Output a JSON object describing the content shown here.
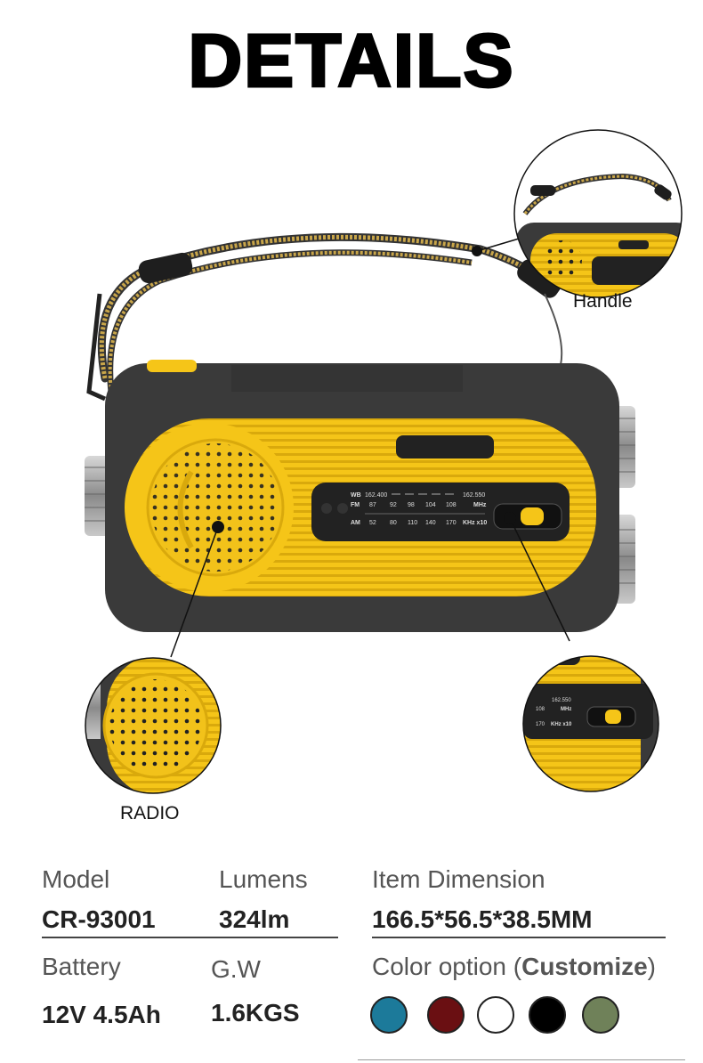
{
  "header": {
    "title": "DETAILS"
  },
  "callouts": {
    "handle": "Handle",
    "radio": "RADIO"
  },
  "dial": {
    "wb_label": "WB",
    "wb_low": "162.400",
    "wb_high": "162.550",
    "fm_label": "FM",
    "fm_ticks": [
      "87",
      "92",
      "98",
      "104",
      "108"
    ],
    "fm_unit": "MHz",
    "am_label": "AM",
    "am_ticks": [
      "52",
      "80",
      "110",
      "140",
      "170"
    ],
    "am_unit": "KHz x10"
  },
  "specs": {
    "model_label": "Model",
    "model_value": "CR-93001",
    "lumens_label": "Lumens",
    "lumens_value": "324lm",
    "dimension_label": "Item Dimension",
    "dimension_value": "166.5*56.5*38.5MM",
    "battery_label": "Battery",
    "battery_value": "12V 4.5Ah",
    "gw_label": "G.W",
    "gw_value": "1.6KGS",
    "color_label": "Color option (",
    "color_customize": "Customize",
    "color_close": ")"
  },
  "colors": {
    "body_yellow": "#f5c518",
    "body_dark": "#3a3a3a",
    "swatches": [
      "#1c7a9a",
      "#6a0f12",
      "#ffffff",
      "#000000",
      "#6f8159"
    ]
  }
}
